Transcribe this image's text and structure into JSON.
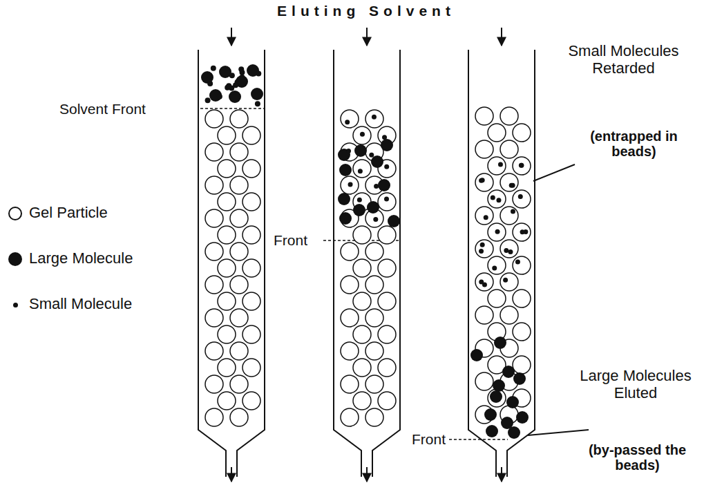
{
  "diagram": {
    "title": "Eluting Solvent",
    "labels": [
      "Solvent Front",
      "Front",
      "Small Molecules Retarded",
      "(entrapped in beads)",
      "Front",
      "Large Molecules Eluted",
      "(by-passed the beads)"
    ],
    "legend": [
      {
        "text": "Gel Particle"
      },
      {
        "text": "Large Molecule"
      },
      {
        "text": "Small Molecule"
      }
    ]
  }
}
